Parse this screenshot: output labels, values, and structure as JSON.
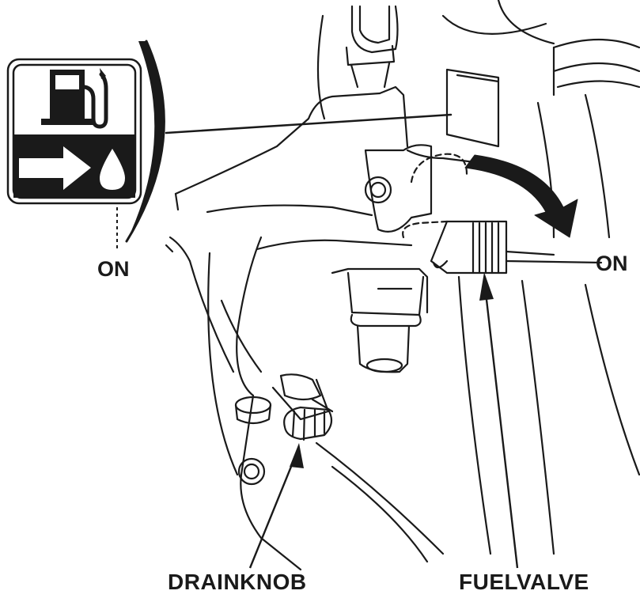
{
  "diagram": {
    "labels": {
      "on_icon": "ON",
      "on_valve": "ON",
      "drain_knob": "DRAINKNOB",
      "fuel_valve": "FUELVALVE"
    },
    "icons": {
      "panel_top": "fuel-pump-icon",
      "panel_bottom": "arrow-and-fuel-drop-icon"
    },
    "colors": {
      "ink": "#1a1a1a",
      "panel": "#1a1a1a",
      "paper": "#ffffff"
    }
  }
}
